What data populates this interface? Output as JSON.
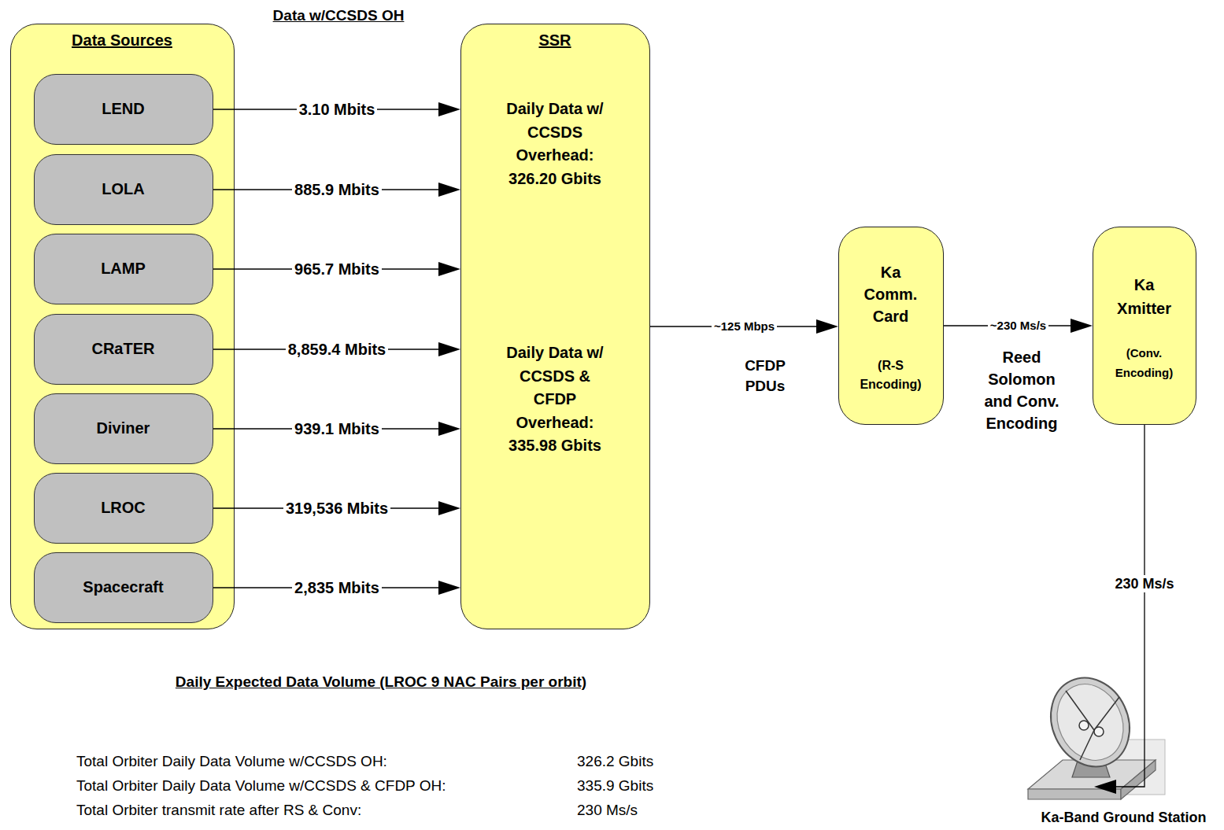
{
  "diagram": {
    "nodes": [
      {
        "text": [
          "Data Sources"
        ]
      },
      {
        "text": [
          "LEND"
        ],
        "in": 0
      },
      {
        "text": [
          "LOLA"
        ],
        "in": 0
      },
      {
        "text": [
          "LAMP"
        ],
        "in": 0
      },
      {
        "text": [
          "CRaTER"
        ],
        "in": 0
      },
      {
        "text": [
          "Diviner"
        ],
        "in": 0
      },
      {
        "text": [
          "LROC"
        ],
        "in": 0
      },
      {
        "text": [
          "Spacecraft"
        ],
        "in": 0
      },
      {
        "text": [
          "SSR",
          "Daily Data w/ CCSDS Overhead: 326.20 Gbits",
          "Daily Data w/ CCSDS & CFDP Overhead: 335.98 Gbits"
        ]
      },
      {
        "text": [
          "Ka Comm. Card",
          "(R-S Encoding)"
        ]
      },
      {
        "text": [
          "Ka Xmitter",
          "(Conv. Encoding)"
        ]
      },
      {
        "text": [
          "Ka-Band Ground Station"
        ]
      }
    ],
    "edges": [
      {
        "from": 1,
        "to": 8,
        "label": "3.10 Mbits",
        "arrow": "to"
      },
      {
        "from": 2,
        "to": 8,
        "label": "885.9 Mbits",
        "arrow": "to"
      },
      {
        "from": 3,
        "to": 8,
        "label": "965.7 Mbits",
        "arrow": "to"
      },
      {
        "from": 4,
        "to": 8,
        "label": "8,859.4 Mbits",
        "arrow": "to"
      },
      {
        "from": 5,
        "to": 8,
        "label": "939.1 Mbits",
        "arrow": "to"
      },
      {
        "from": 6,
        "to": 8,
        "label": "319,536 Mbits",
        "arrow": "to"
      },
      {
        "from": 7,
        "to": 8,
        "label": "2,835 Mbits",
        "arrow": "to"
      },
      {
        "from": 8,
        "to": 9,
        "label": "~125 Mbps",
        "arrow": "to"
      },
      {
        "from": 9,
        "to": 10,
        "label": "~230 Ms/s",
        "arrow": "to"
      },
      {
        "from": 10,
        "to": 11,
        "label": "230 Ms/s",
        "arrow": "to"
      }
    ],
    "labels": [
      "Data w/CCSDS OH",
      "CFDP PDUs",
      "Reed Solomon and Conv. Encoding",
      "Daily Expected Data Volume (LROC 9 NAC Pairs per orbit)",
      "Total Orbiter Daily Data Volume w/CCSDS OH:",
      "326.2 Gbits",
      "Total Orbiter Daily Data Volume w/CCSDS & CFDP OH:",
      "335.9 Gbits",
      "Total Orbiter transmit rate after RS & Conv:",
      "230 Ms/s"
    ]
  }
}
